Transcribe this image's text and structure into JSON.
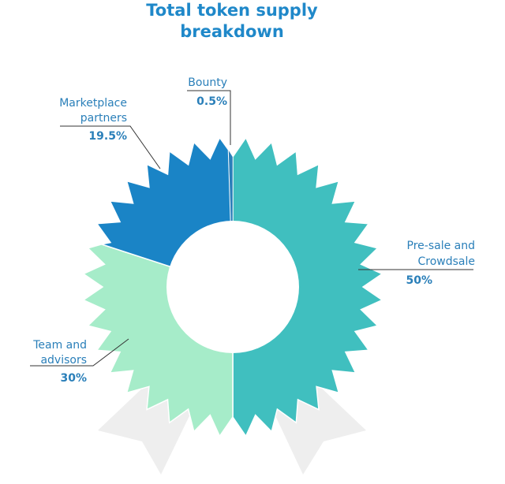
{
  "chart_data": {
    "type": "pie",
    "title_lines": [
      "Total token supply",
      "breakdown"
    ],
    "slices": [
      {
        "label_lines": [
          "Pre-sale and",
          "Crowdsale"
        ],
        "value": 50,
        "value_text": "50%",
        "color": "#40bfbf"
      },
      {
        "label_lines": [
          "Team and",
          "advisors"
        ],
        "value": 30,
        "value_text": "30%",
        "color": "#a6ecc9"
      },
      {
        "label_lines": [
          "Marketplace",
          "partners"
        ],
        "value": 19.5,
        "value_text": "19.5%",
        "color": "#1a84c6"
      },
      {
        "label_lines": [
          "Bounty"
        ],
        "value": 0.5,
        "value_text": "0.5%",
        "color": "#2a7fb9"
      }
    ],
    "legend": "none",
    "grid": false
  },
  "colors": {
    "title": "#1f88c9",
    "label_text": "#2a7fb9",
    "leader_line": "#333333",
    "ribbon": "#eeeeee"
  }
}
